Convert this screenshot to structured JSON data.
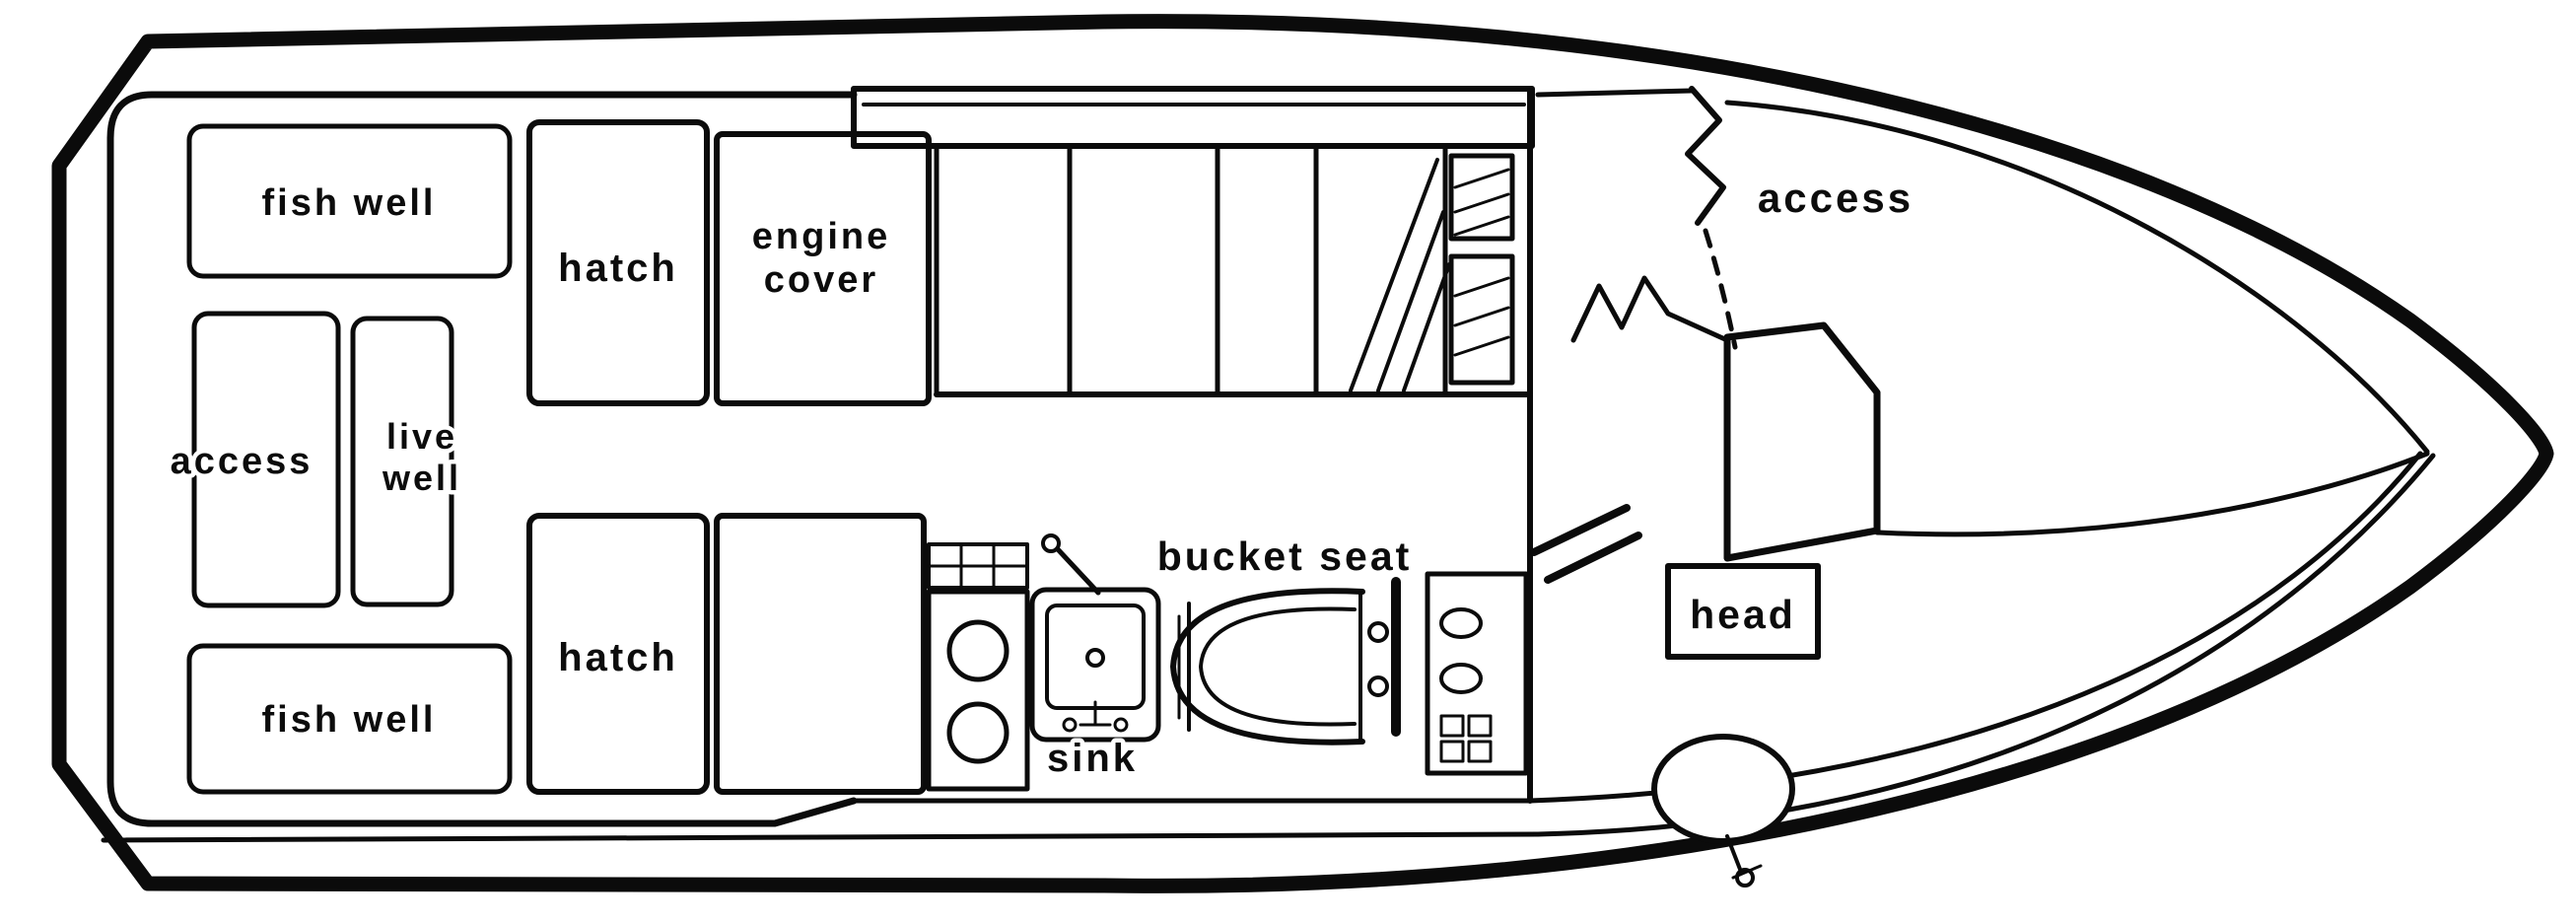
{
  "colors": {
    "ink": "#0b0b0b",
    "paper": "#ffffff"
  },
  "labels": {
    "fish_well_top": "fish well",
    "access_port": "access",
    "live_well_line1": "live",
    "live_well_line2": "well",
    "fish_well_bottom": "fish well",
    "hatch_top": "hatch",
    "hatch_bottom": "hatch",
    "engine_cover_line1": "engine",
    "engine_cover_line2": "cover",
    "bucket_seat": "bucket seat",
    "sink": "sink",
    "access_bow": "access",
    "head": "head"
  }
}
